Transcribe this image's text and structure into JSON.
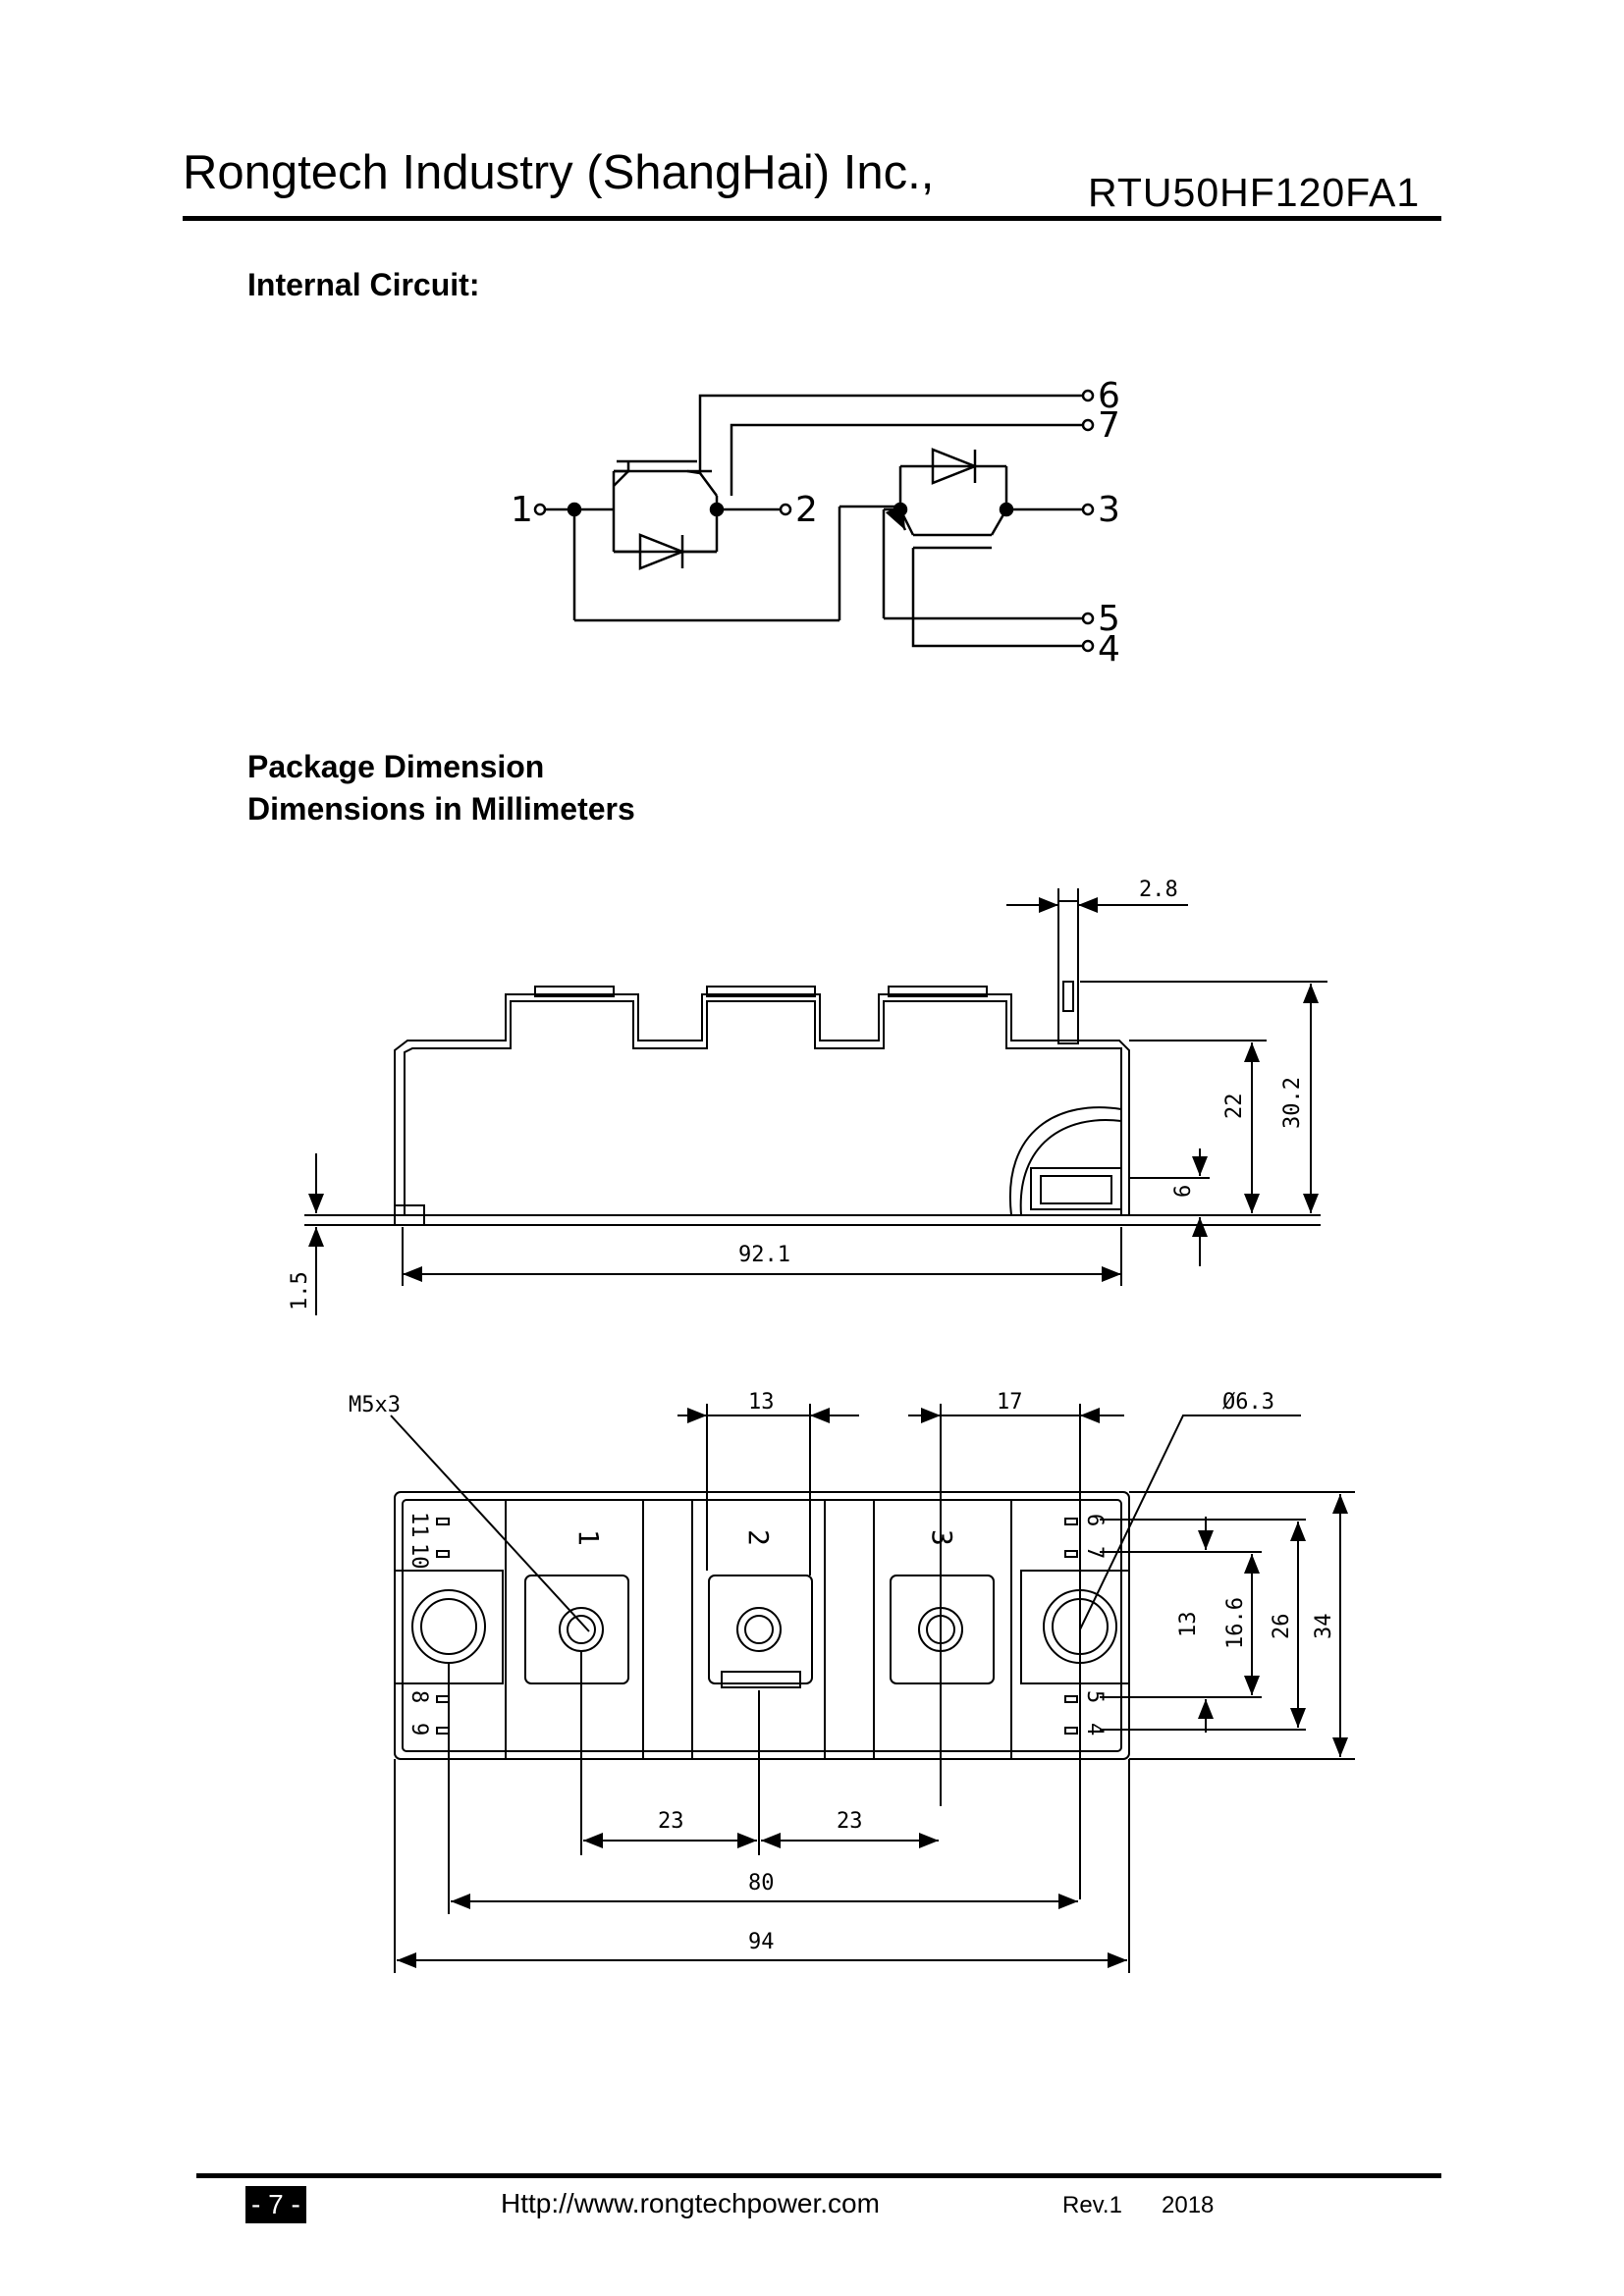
{
  "header": {
    "company": "Rongtech Industry (ShangHai) Inc.,",
    "part_number": "RTU50HF120FA1"
  },
  "sections": {
    "internal_circuit": "Internal Circuit:",
    "package_dimension": "Package Dimension",
    "dimensions_unit": "Dimensions in Millimeters"
  },
  "circuit": {
    "pins": [
      "1",
      "2",
      "3",
      "4",
      "5",
      "6",
      "7"
    ]
  },
  "side_view": {
    "dims": {
      "pin_width": "2.8",
      "height_total": "30.2",
      "height_body": "22",
      "height_base": "6",
      "length": "92.1",
      "base_thickness": "1.5"
    }
  },
  "top_view": {
    "screw": "M5x3",
    "hole_dia": "Ø6.3",
    "terminals": [
      "1",
      "2",
      "3"
    ],
    "aux_left": [
      "11",
      "10",
      "8",
      "9"
    ],
    "aux_right": [
      "6",
      "7",
      "5",
      "4"
    ],
    "dims": {
      "w13": "13",
      "w17": "17",
      "v13": "13",
      "v16_6": "16.6",
      "v26": "26",
      "v34": "34",
      "pitch_a": "23",
      "pitch_b": "23",
      "mount_span": "80",
      "length": "94"
    }
  },
  "footer": {
    "page": "- 7 -",
    "url": "Http://www.rongtechpower.com",
    "revision": "Rev.1",
    "year": "2018"
  }
}
